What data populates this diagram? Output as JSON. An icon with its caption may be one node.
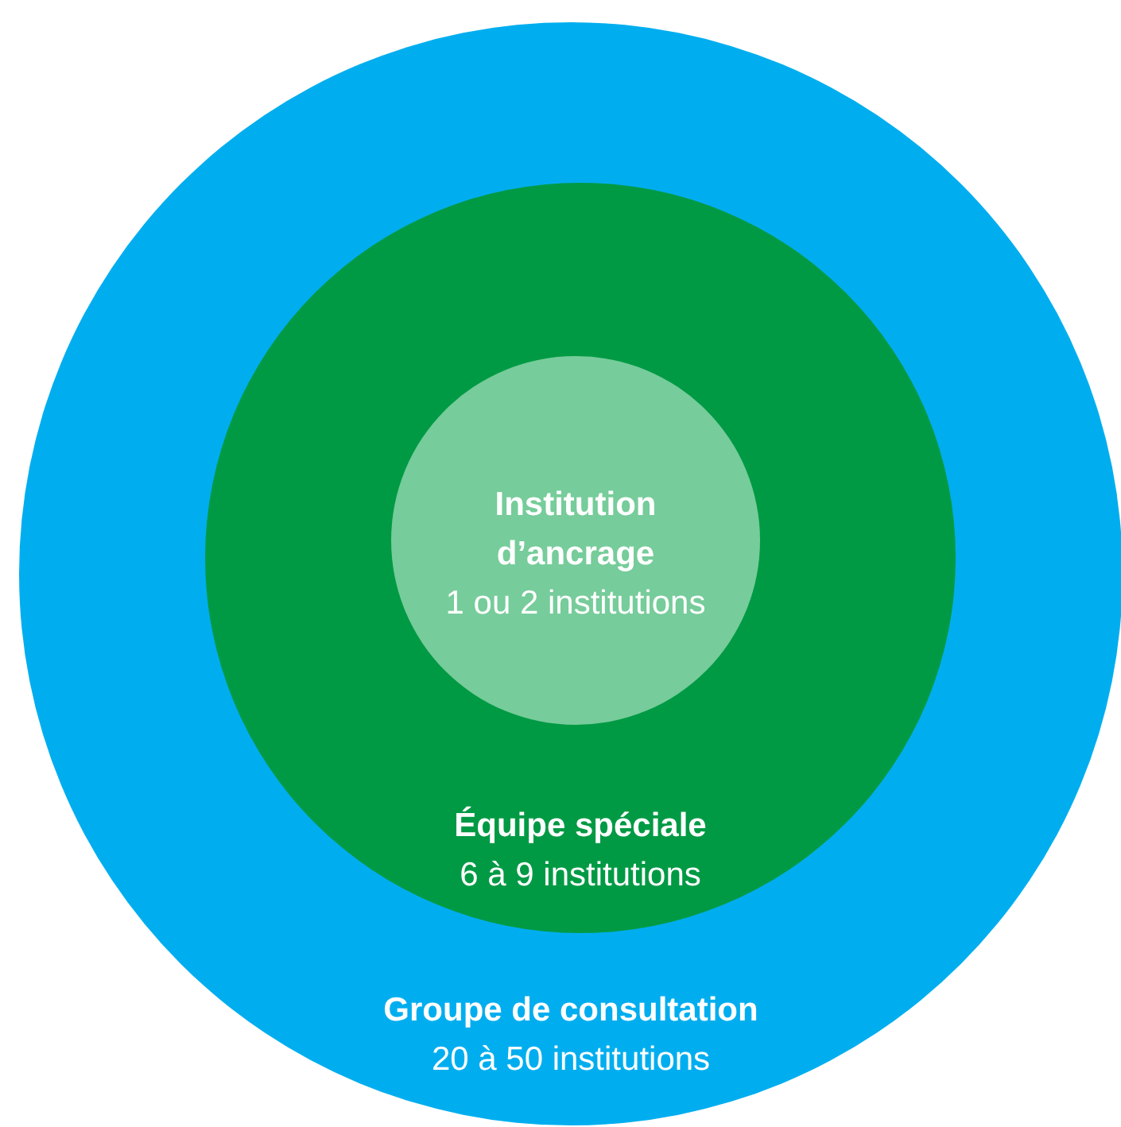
{
  "diagram": {
    "nodes": [
      {
        "text": [
          "Groupe de consultation",
          "20 à 50 institutions"
        ]
      },
      {
        "text": [
          "Équipe spéciale",
          "6 à 9 institutions"
        ],
        "in": 0
      },
      {
        "text": [
          "Institution d’ancrage",
          "1 ou 2 institutions"
        ],
        "in": 1
      }
    ]
  }
}
